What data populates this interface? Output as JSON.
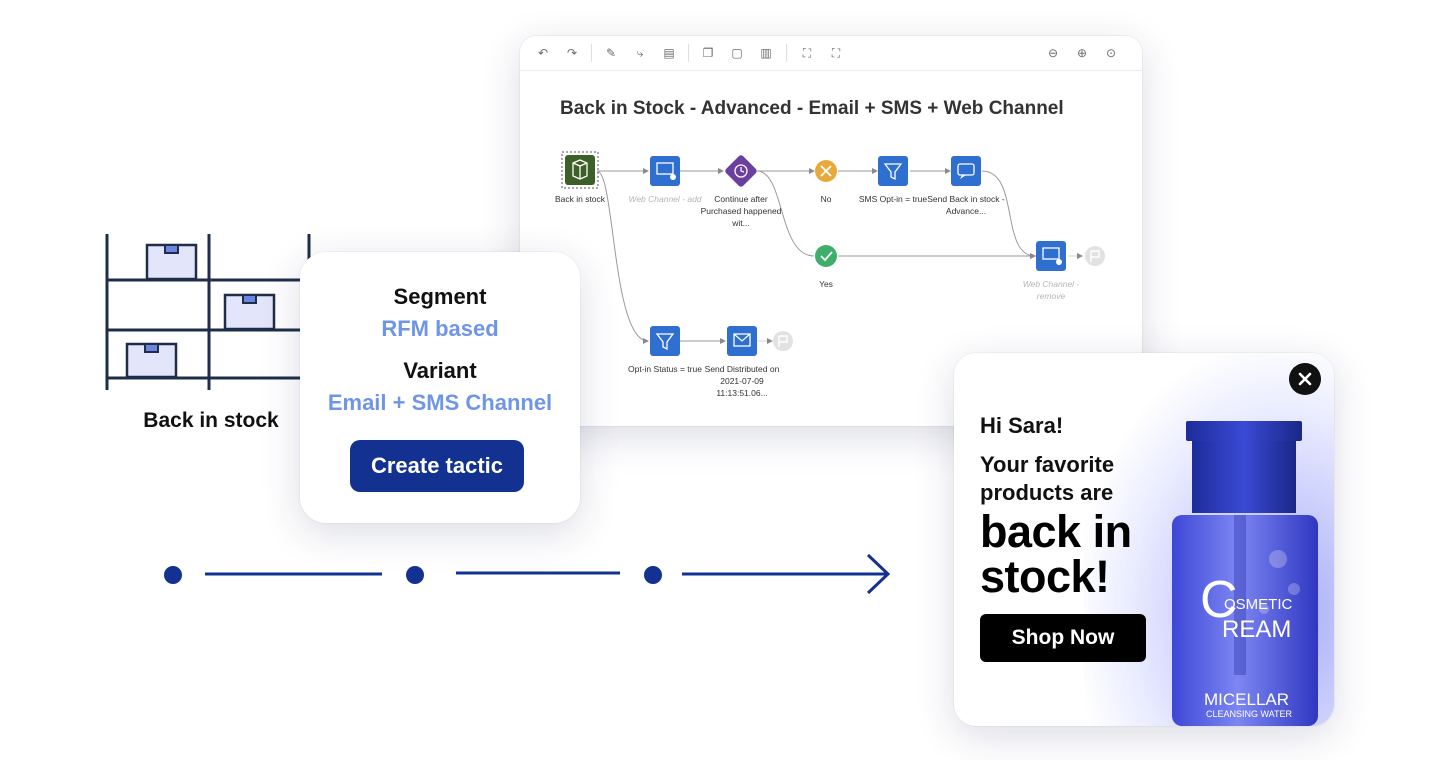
{
  "shelf": {
    "label": "Back in stock"
  },
  "workflow": {
    "title": "Back in Stock - Advanced - Email + SMS + Web Channel",
    "toolbar_icons": [
      "undo-icon",
      "redo-icon",
      "pencil-icon",
      "connector-icon",
      "comment-icon",
      "copy-icon",
      "paste-icon",
      "delete-icon",
      "group-icon",
      "ungroup-icon",
      "zoom-out-icon",
      "zoom-in-icon",
      "zoom-reset-icon"
    ],
    "nodes": {
      "trigger": {
        "label": "Back in stock"
      },
      "web_add": {
        "label": "Web Channel - add"
      },
      "continue": {
        "label": "Continue after Purchased happened wit..."
      },
      "no": {
        "label": "No"
      },
      "sms_optin": {
        "label": "SMS Opt-in = true"
      },
      "send_back": {
        "label": "Send Back in stock - Advance..."
      },
      "yes": {
        "label": "Yes"
      },
      "web_remove": {
        "label": "Web Channel - remove"
      },
      "optin_status": {
        "label": "Opt-in Status = true"
      },
      "send_distributed": {
        "label": "Send Distributed on 2021-07-09 11:13:51.06..."
      }
    },
    "colors": {
      "node_blue": "#2f6fd0",
      "trigger_green": "#3d5f28",
      "decision_purple": "#6b3fa0",
      "no_orange": "#e6a93a",
      "yes_green": "#3fae6a"
    }
  },
  "tactic_card": {
    "segment_heading": "Segment",
    "segment_value": "RFM based",
    "variant_heading": "Variant",
    "variant_value": "Email + SMS Channel",
    "create_button": "Create tactic"
  },
  "promo": {
    "greeting": "Hi Sara!",
    "subtitle": "Your favorite products are",
    "headline": "back in stock!",
    "shop_button": "Shop Now",
    "bottle_brand_1": "OSMETIC",
    "bottle_brand_2": "REAM",
    "bottle_type_1": "MICELLAR",
    "bottle_type_2": "CLEANSING WATER"
  },
  "colors": {
    "primary_navy": "#123191",
    "accent_light_blue": "#6f95e6"
  }
}
